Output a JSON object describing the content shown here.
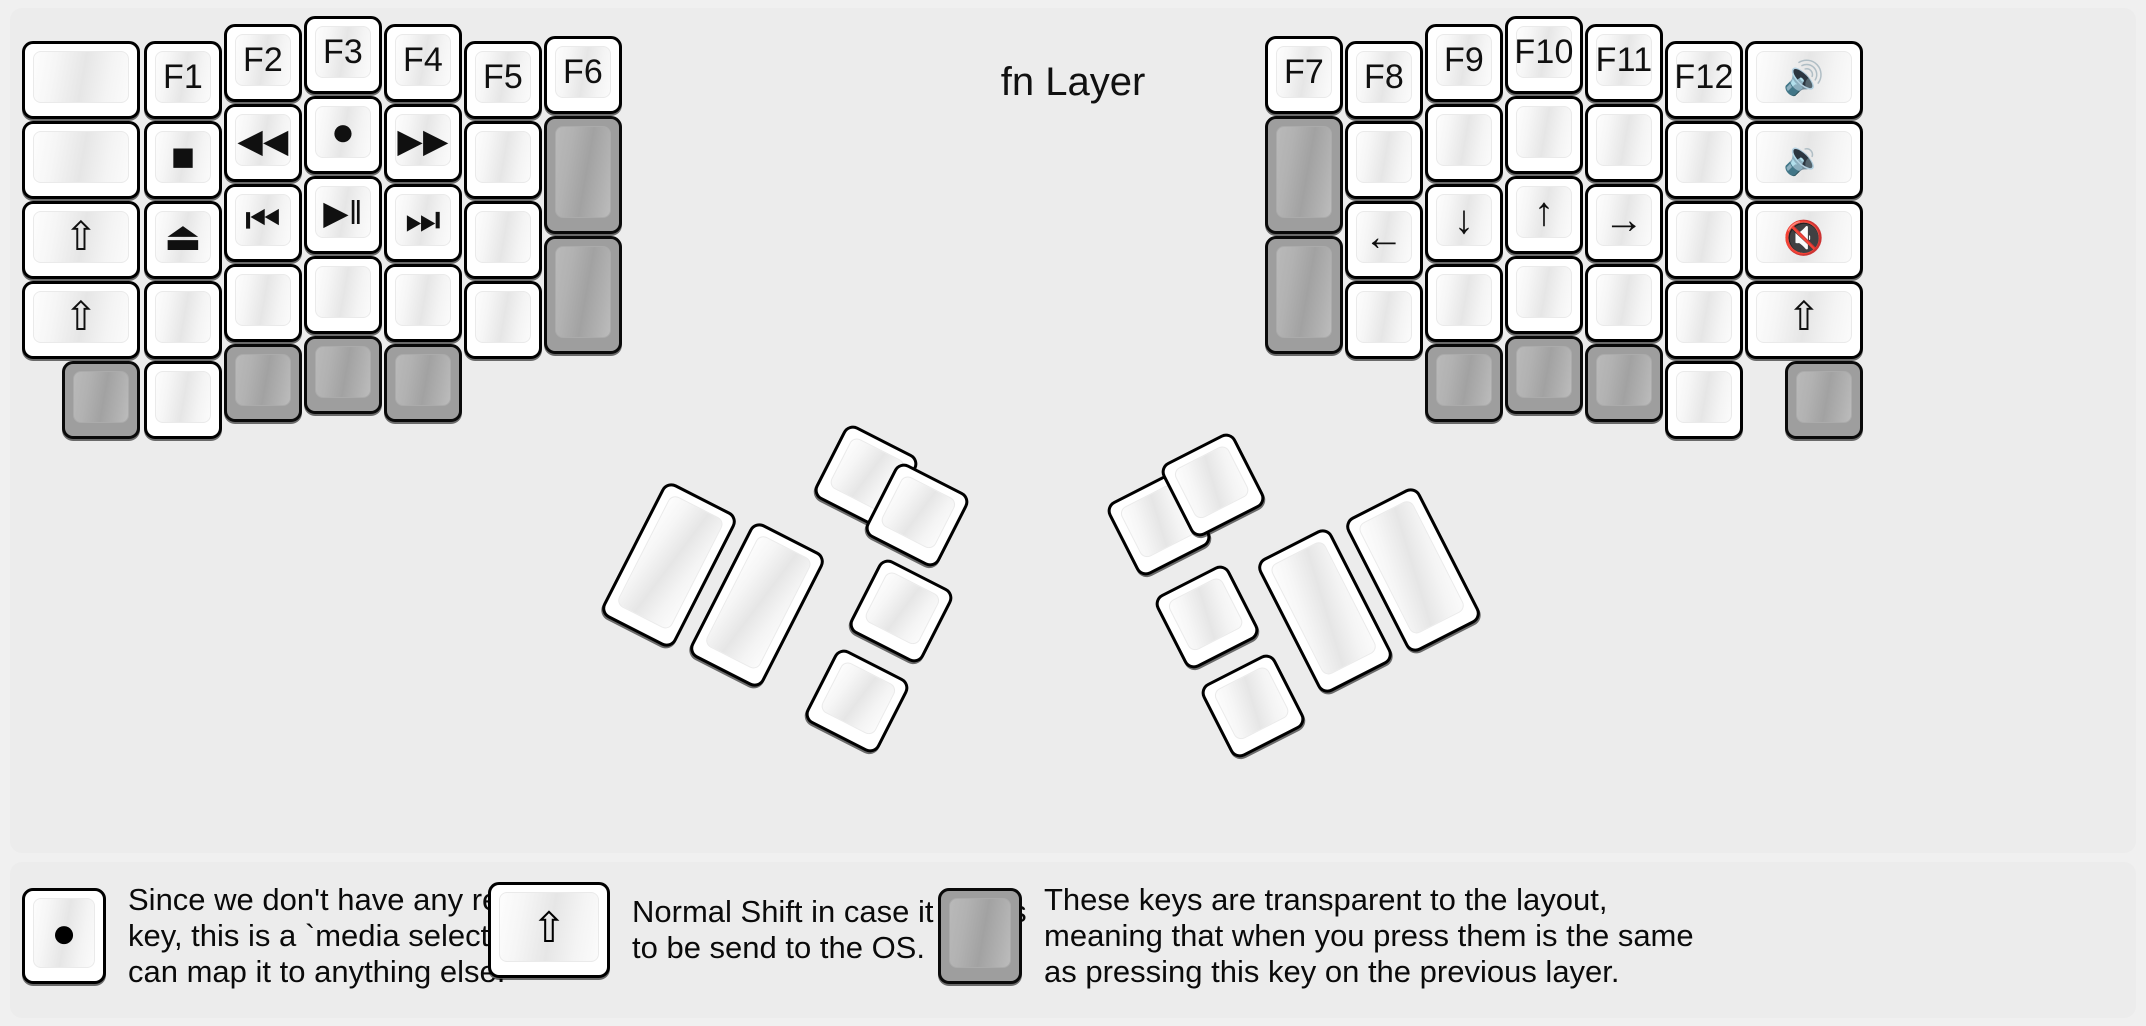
{
  "title": "fn Layer",
  "colors": {
    "page_background": "#f0f0f0",
    "panel_background": "#ececec",
    "keycap": "#ffffff",
    "transparent_key": "#9e9e9e",
    "key_border": "#000000",
    "text": "#101010"
  },
  "glyphs": {
    "shift_lock": "⇧",
    "shift": "⇧",
    "stop": "■",
    "eject": "⏏",
    "record": "●",
    "rewind": "◀◀",
    "fast_forward": "▶▶",
    "prev_track": "⏮",
    "play_pause": "▶‖",
    "next_track": "⏭",
    "arrow_left": "←",
    "arrow_down": "↓",
    "arrow_up": "↑",
    "arrow_right": "→",
    "volume_up": "🔊",
    "volume_down": "🔉",
    "volume_mute": "🔇"
  },
  "left_half": {
    "name": "left-half",
    "columns": [
      {
        "name": "col-outer-left",
        "keys": [
          {
            "name": "key-blank-r1c0",
            "label": "",
            "type": "blank",
            "icon": ""
          },
          {
            "name": "key-blank-r2c0",
            "label": "",
            "type": "blank",
            "icon": ""
          },
          {
            "name": "key-shift-lock",
            "label": "⇧",
            "type": "glyph",
            "icon": "shift-lock-icon"
          },
          {
            "name": "key-shift-left",
            "label": "⇧",
            "type": "glyph",
            "icon": "shift-icon"
          },
          {
            "name": "key-trns-r5c0",
            "label": "",
            "type": "trns",
            "icon": ""
          }
        ]
      },
      {
        "name": "col-f1",
        "keys": [
          {
            "name": "key-f1",
            "label": "F1",
            "type": "text",
            "icon": ""
          },
          {
            "name": "key-stop",
            "label": "■",
            "type": "glyph",
            "icon": "media-stop-icon"
          },
          {
            "name": "key-eject",
            "label": "⏏",
            "type": "glyph",
            "icon": "media-eject-icon"
          },
          {
            "name": "key-blank-r4c1",
            "label": "",
            "type": "blank",
            "icon": ""
          },
          {
            "name": "key-blank-r5c1",
            "label": "",
            "type": "blank",
            "icon": ""
          }
        ]
      },
      {
        "name": "col-f2",
        "keys": [
          {
            "name": "key-f2",
            "label": "F2",
            "type": "text",
            "icon": ""
          },
          {
            "name": "key-rewind",
            "label": "◀◀",
            "type": "glyph",
            "icon": "media-rewind-icon"
          },
          {
            "name": "key-prev-track",
            "label": "⏮",
            "type": "glyph",
            "icon": "media-previous-icon"
          },
          {
            "name": "key-blank-r4c2",
            "label": "",
            "type": "blank",
            "icon": ""
          },
          {
            "name": "key-trns-r5c2",
            "label": "",
            "type": "trns",
            "icon": ""
          }
        ]
      },
      {
        "name": "col-f3",
        "keys": [
          {
            "name": "key-f3",
            "label": "F3",
            "type": "text",
            "icon": ""
          },
          {
            "name": "key-record",
            "label": "●",
            "type": "glyph",
            "icon": "media-record-icon"
          },
          {
            "name": "key-play-pause",
            "label": "▶‖",
            "type": "glyph",
            "icon": "media-play-pause-icon"
          },
          {
            "name": "key-blank-r4c3",
            "label": "",
            "type": "blank",
            "icon": ""
          },
          {
            "name": "key-trns-r5c3",
            "label": "",
            "type": "trns",
            "icon": ""
          }
        ]
      },
      {
        "name": "col-f4",
        "keys": [
          {
            "name": "key-f4",
            "label": "F4",
            "type": "text",
            "icon": ""
          },
          {
            "name": "key-fast-forward",
            "label": "▶▶",
            "type": "glyph",
            "icon": "media-fast-forward-icon"
          },
          {
            "name": "key-next-track",
            "label": "⏭",
            "type": "glyph",
            "icon": "media-next-icon"
          },
          {
            "name": "key-blank-r4c4",
            "label": "",
            "type": "blank",
            "icon": ""
          },
          {
            "name": "key-trns-r5c4",
            "label": "",
            "type": "trns",
            "icon": ""
          }
        ]
      },
      {
        "name": "col-f5",
        "keys": [
          {
            "name": "key-f5",
            "label": "F5",
            "type": "text",
            "icon": ""
          },
          {
            "name": "key-blank-r2c5",
            "label": "",
            "type": "blank",
            "icon": ""
          },
          {
            "name": "key-blank-r3c5",
            "label": "",
            "type": "blank",
            "icon": ""
          },
          {
            "name": "key-blank-r4c5",
            "label": "",
            "type": "blank",
            "icon": ""
          }
        ]
      },
      {
        "name": "col-f6",
        "keys": [
          {
            "name": "key-f6",
            "label": "F6",
            "type": "text",
            "icon": ""
          },
          {
            "name": "key-trns-tall-1",
            "label": "",
            "type": "trns",
            "icon": ""
          },
          {
            "name": "key-trns-tall-2",
            "label": "",
            "type": "trns",
            "icon": ""
          }
        ]
      }
    ],
    "thumb_cluster": {
      "name": "left-thumb-cluster",
      "keys": [
        {
          "name": "thumb-key-big-1",
          "label": "",
          "type": "blank",
          "icon": ""
        },
        {
          "name": "thumb-key-big-2",
          "label": "",
          "type": "blank",
          "icon": ""
        },
        {
          "name": "thumb-key-small-1",
          "label": "",
          "type": "blank",
          "icon": ""
        },
        {
          "name": "thumb-key-small-2",
          "label": "",
          "type": "blank",
          "icon": ""
        },
        {
          "name": "thumb-key-small-3",
          "label": "",
          "type": "blank",
          "icon": ""
        },
        {
          "name": "thumb-key-small-4",
          "label": "",
          "type": "blank",
          "icon": ""
        }
      ]
    }
  },
  "right_half": {
    "name": "right-half",
    "columns": [
      {
        "name": "col-f7",
        "keys": [
          {
            "name": "key-f7",
            "label": "F7",
            "type": "text",
            "icon": ""
          },
          {
            "name": "key-trns-tall-3",
            "label": "",
            "type": "trns",
            "icon": ""
          },
          {
            "name": "key-trns-tall-4",
            "label": "",
            "type": "trns",
            "icon": ""
          }
        ]
      },
      {
        "name": "col-f8",
        "keys": [
          {
            "name": "key-f8",
            "label": "F8",
            "type": "text",
            "icon": ""
          },
          {
            "name": "key-blank-r2c8",
            "label": "",
            "type": "blank",
            "icon": ""
          },
          {
            "name": "key-arrow-left",
            "label": "←",
            "type": "glyph",
            "icon": "arrow-left-icon"
          },
          {
            "name": "key-blank-r4c8",
            "label": "",
            "type": "blank",
            "icon": ""
          }
        ]
      },
      {
        "name": "col-f9",
        "keys": [
          {
            "name": "key-f9",
            "label": "F9",
            "type": "text",
            "icon": ""
          },
          {
            "name": "key-blank-r2c9",
            "label": "",
            "type": "blank",
            "icon": ""
          },
          {
            "name": "key-arrow-down",
            "label": "↓",
            "type": "glyph",
            "icon": "arrow-down-icon"
          },
          {
            "name": "key-blank-r4c9",
            "label": "",
            "type": "blank",
            "icon": ""
          },
          {
            "name": "key-trns-r5c9",
            "label": "",
            "type": "trns",
            "icon": ""
          }
        ]
      },
      {
        "name": "col-f10",
        "keys": [
          {
            "name": "key-f10",
            "label": "F10",
            "type": "text",
            "icon": ""
          },
          {
            "name": "key-blank-r2c10",
            "label": "",
            "type": "blank",
            "icon": ""
          },
          {
            "name": "key-arrow-up",
            "label": "↑",
            "type": "glyph",
            "icon": "arrow-up-icon"
          },
          {
            "name": "key-blank-r4c10",
            "label": "",
            "type": "blank",
            "icon": ""
          },
          {
            "name": "key-trns-r5c10",
            "label": "",
            "type": "trns",
            "icon": ""
          }
        ]
      },
      {
        "name": "col-f11",
        "keys": [
          {
            "name": "key-f11",
            "label": "F11",
            "type": "text",
            "icon": ""
          },
          {
            "name": "key-blank-r2c11",
            "label": "",
            "type": "blank",
            "icon": ""
          },
          {
            "name": "key-arrow-right",
            "label": "→",
            "type": "glyph",
            "icon": "arrow-right-icon"
          },
          {
            "name": "key-blank-r4c11",
            "label": "",
            "type": "blank",
            "icon": ""
          },
          {
            "name": "key-trns-r5c11",
            "label": "",
            "type": "trns",
            "icon": ""
          }
        ]
      },
      {
        "name": "col-f12",
        "keys": [
          {
            "name": "key-f12",
            "label": "F12",
            "type": "text",
            "icon": ""
          },
          {
            "name": "key-blank-r2c12",
            "label": "",
            "type": "blank",
            "icon": ""
          },
          {
            "name": "key-blank-r3c12",
            "label": "",
            "type": "blank",
            "icon": ""
          },
          {
            "name": "key-blank-r4c12",
            "label": "",
            "type": "blank",
            "icon": ""
          },
          {
            "name": "key-blank-r5c12",
            "label": "",
            "type": "blank",
            "icon": ""
          }
        ]
      },
      {
        "name": "col-outer-right",
        "keys": [
          {
            "name": "key-volume-up",
            "label": "🔊",
            "type": "glyph",
            "icon": "volume-up-icon"
          },
          {
            "name": "key-volume-down",
            "label": "🔉",
            "type": "glyph",
            "icon": "volume-down-icon"
          },
          {
            "name": "key-volume-mute",
            "label": "🔇",
            "type": "glyph",
            "icon": "volume-mute-icon"
          },
          {
            "name": "key-shift-right",
            "label": "⇧",
            "type": "glyph",
            "icon": "shift-icon"
          },
          {
            "name": "key-trns-r5c13",
            "label": "",
            "type": "trns",
            "icon": ""
          }
        ]
      }
    ],
    "thumb_cluster": {
      "name": "right-thumb-cluster",
      "keys": [
        {
          "name": "thumb-key-small-5",
          "label": "",
          "type": "blank",
          "icon": ""
        },
        {
          "name": "thumb-key-small-6",
          "label": "",
          "type": "blank",
          "icon": ""
        },
        {
          "name": "thumb-key-small-7",
          "label": "",
          "type": "blank",
          "icon": ""
        },
        {
          "name": "thumb-key-small-8",
          "label": "",
          "type": "blank",
          "icon": ""
        },
        {
          "name": "thumb-key-big-3",
          "label": "",
          "type": "blank",
          "icon": ""
        },
        {
          "name": "thumb-key-big-4",
          "label": "",
          "type": "blank",
          "icon": ""
        }
      ]
    }
  },
  "legend": [
    {
      "name": "legend-item-record",
      "key_icon": "media-record-icon",
      "key_glyph": "●",
      "key_style": "normal",
      "text": "Since we don't have any recording\nkey, this is a `media select` so user\ncan map it to anything else."
    },
    {
      "name": "legend-item-shift",
      "key_icon": "shift-icon",
      "key_glyph": "⇧",
      "key_style": "normal",
      "text": "Normal Shift in case it needs\nto be send to the OS."
    },
    {
      "name": "legend-item-transparent",
      "key_icon": "transparent-key-icon",
      "key_glyph": "",
      "key_style": "trns",
      "text": "These keys are transparent to the layout,\nmeaning that when you press them is the same\nas pressing this key on the previous layer."
    }
  ]
}
